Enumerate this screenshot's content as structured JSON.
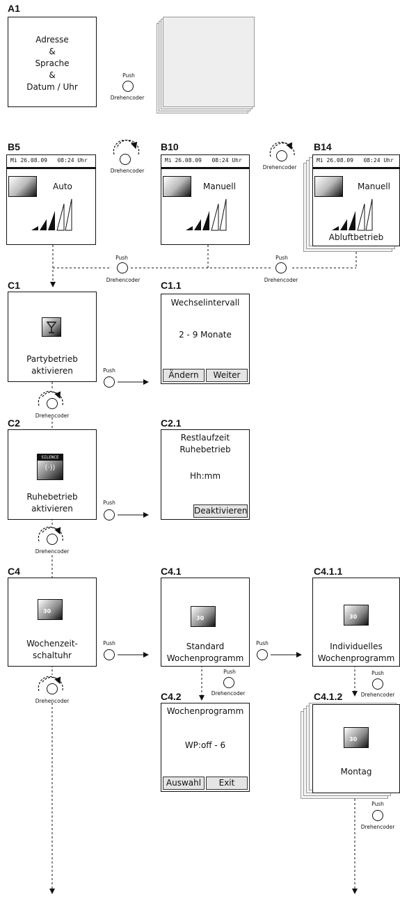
{
  "labels": {
    "a1": "A1",
    "b5": "B5",
    "b10": "B10",
    "b14": "B14",
    "c1": "C1",
    "c1_1": "C1.1",
    "c2": "C2",
    "c2_1": "C2.1",
    "c4": "C4",
    "c4_1": "C4.1",
    "c4_1_1": "C4.1.1",
    "c4_2": "C4.2",
    "c4_1_2": "C4.1.2"
  },
  "a1": {
    "line1": "Adresse",
    "line2": "&",
    "line3": "Sprache",
    "line4": "&",
    "line5": "Datum / Uhr"
  },
  "controls": {
    "push": "Push",
    "encoder": "Drehencoder"
  },
  "status_bar": {
    "date": "Mi 26.08.09",
    "time": "08:24 Uhr"
  },
  "b5": {
    "mode": "Auto"
  },
  "b10": {
    "mode": "Manuell"
  },
  "b14": {
    "mode": "Manuell",
    "sub": "Abluftbetrieb"
  },
  "c1": {
    "line1": "Partybetrieb",
    "line2": "aktivieren"
  },
  "c1_1": {
    "title": "Wechselintervall",
    "value": "2 - 9 Monate",
    "btn_left": "Ändern",
    "btn_right": "Weiter"
  },
  "c2": {
    "line1": "Ruhebetrieb",
    "line2": "aktivieren",
    "icon_text": "SILENCE"
  },
  "c2_1": {
    "title1": "Restlaufzeit",
    "title2": "Ruhebetrieb",
    "value": "Hh:mm",
    "btn": "Deaktivieren"
  },
  "c4": {
    "line1": "Wochenzeit-",
    "line2": "schaltuhr"
  },
  "c4_1": {
    "line1": "Standard",
    "line2": "Wochenprogramm"
  },
  "c4_1_1": {
    "line1": "Individuelles",
    "line2": "Wochenprogramm"
  },
  "c4_2": {
    "title": "Wochenprogramm",
    "value": "WP:off - 6",
    "btn_left": "Auswahl",
    "btn_right": "Exit"
  },
  "c4_1_2": {
    "day": "Montag"
  },
  "icons": {
    "calendar_number": "30"
  }
}
